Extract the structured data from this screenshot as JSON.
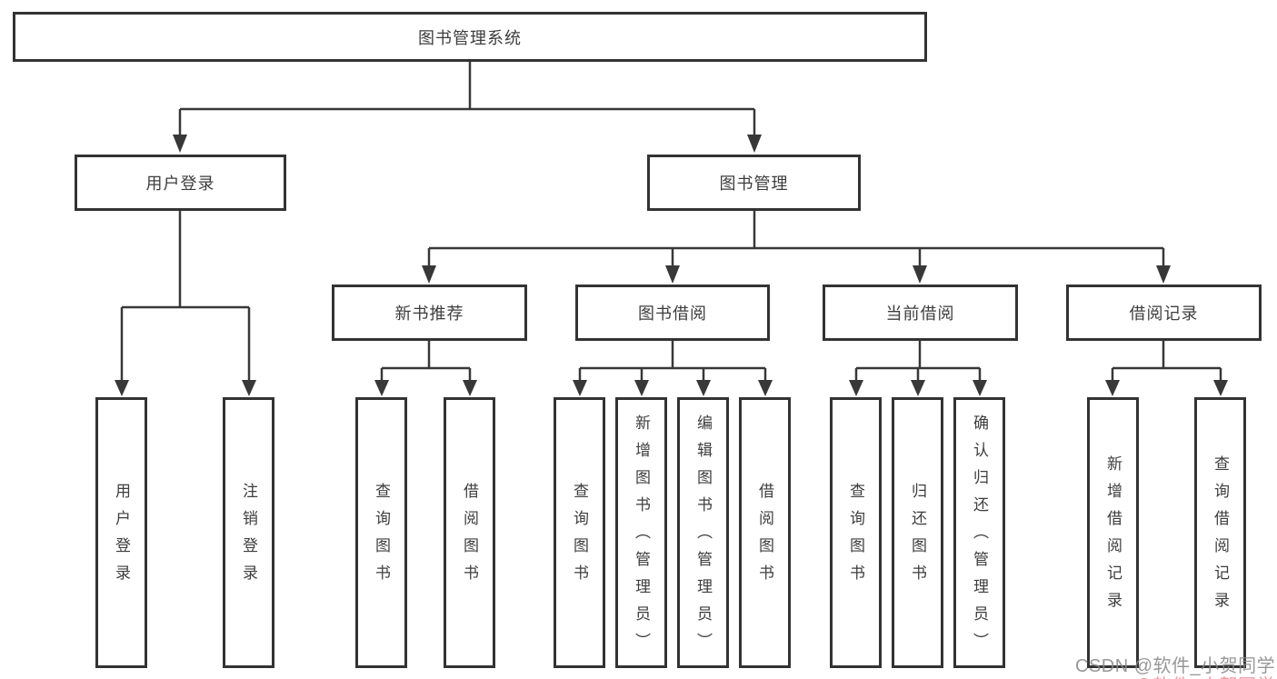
{
  "diagram": {
    "root": {
      "label": "图书管理系统"
    },
    "user_login": {
      "label": "用户登录",
      "children": [
        {
          "label": "用户登录"
        },
        {
          "label": "注销登录"
        }
      ]
    },
    "book_management": {
      "label": "图书管理",
      "sections": [
        {
          "label": "新书推荐",
          "children": [
            {
              "label": "查询图书"
            },
            {
              "label": "借阅图书"
            }
          ]
        },
        {
          "label": "图书借阅",
          "children": [
            {
              "label": "查询图书"
            },
            {
              "label": "新增图书（管理员）"
            },
            {
              "label": "编辑图书（管理员）"
            },
            {
              "label": "借阅图书"
            }
          ]
        },
        {
          "label": "当前借阅",
          "children": [
            {
              "label": "查询图书"
            },
            {
              "label": "归还图书"
            },
            {
              "label": "确认归还（管理员）"
            }
          ]
        },
        {
          "label": "借阅记录",
          "children": [
            {
              "label": "新增借阅记录"
            },
            {
              "label": "查询借阅记录"
            }
          ]
        }
      ]
    }
  },
  "watermark": {
    "text": "CSDN @软件_小贺同学",
    "gray_color": "#8a8a8a",
    "pink_color": "#f2858f"
  },
  "colors": {
    "line": "#383838",
    "border": "#333333",
    "text": "#3d3d3d",
    "background": "#ffffff"
  }
}
